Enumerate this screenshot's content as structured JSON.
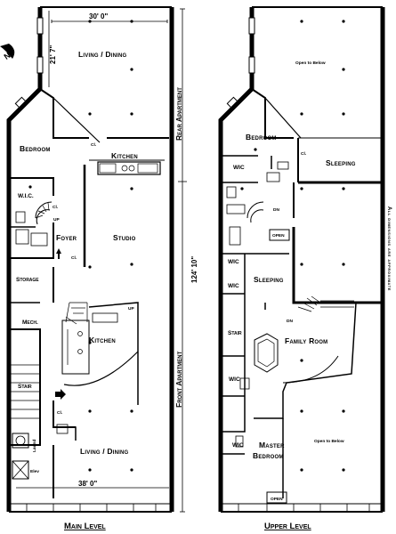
{
  "main_level": {
    "title": "Main Level",
    "rooms": {
      "living_dining_rear": "Living / Dining",
      "bedroom": "Bedroom",
      "kitchen_rear": "Kitchen",
      "wic": "W.I.C.",
      "foyer": "Foyer",
      "studio": "Studio",
      "storage": "Storage",
      "mech": "Mech.",
      "kitchen_front": "Kitchen",
      "stair": "Stair",
      "living_dining_front": "Living / Dining",
      "laund": "Laund",
      "elev": "Elev"
    },
    "labels": {
      "cl_1": "Cl.",
      "cl_2": "Cl.",
      "cl_3": "Cl.",
      "cl_4": "Cl.",
      "up_1": "UP",
      "up_2": "UP"
    },
    "dimensions": {
      "top_width": "30' 0\"",
      "bottom_width": "38' 0\"",
      "depth_left": "21' 7\"",
      "total_length": "124' 10\""
    },
    "side_labels": {
      "rear": "Rear Apartment",
      "front": "Front Apartment"
    }
  },
  "upper_level": {
    "title": "Upper Level",
    "rooms": {
      "open_to_below_top": "Open to Below",
      "bedroom": "Bedroom",
      "sleeping_1": "Sleeping",
      "wic_1": "WIC",
      "wic_2": "WIC",
      "wic_3": "WIC",
      "sleeping_2": "Sleeping",
      "stair": "Stair",
      "family_room": "Family Room",
      "wic_4": "WIC",
      "wic_5": "WIC",
      "master_bedroom_1": "Master",
      "master_bedroom_2": "Bedroom",
      "open_to_below_bottom": "Open to Below"
    },
    "labels": {
      "cl": "Cl.",
      "dn_1": "DN",
      "dn_2": "DN",
      "open_1": "OPEN",
      "open_2": "OPEN"
    }
  },
  "note": "All dimensions are approximate",
  "compass": {
    "letter": "N",
    "icon": "north-arrow-icon"
  }
}
